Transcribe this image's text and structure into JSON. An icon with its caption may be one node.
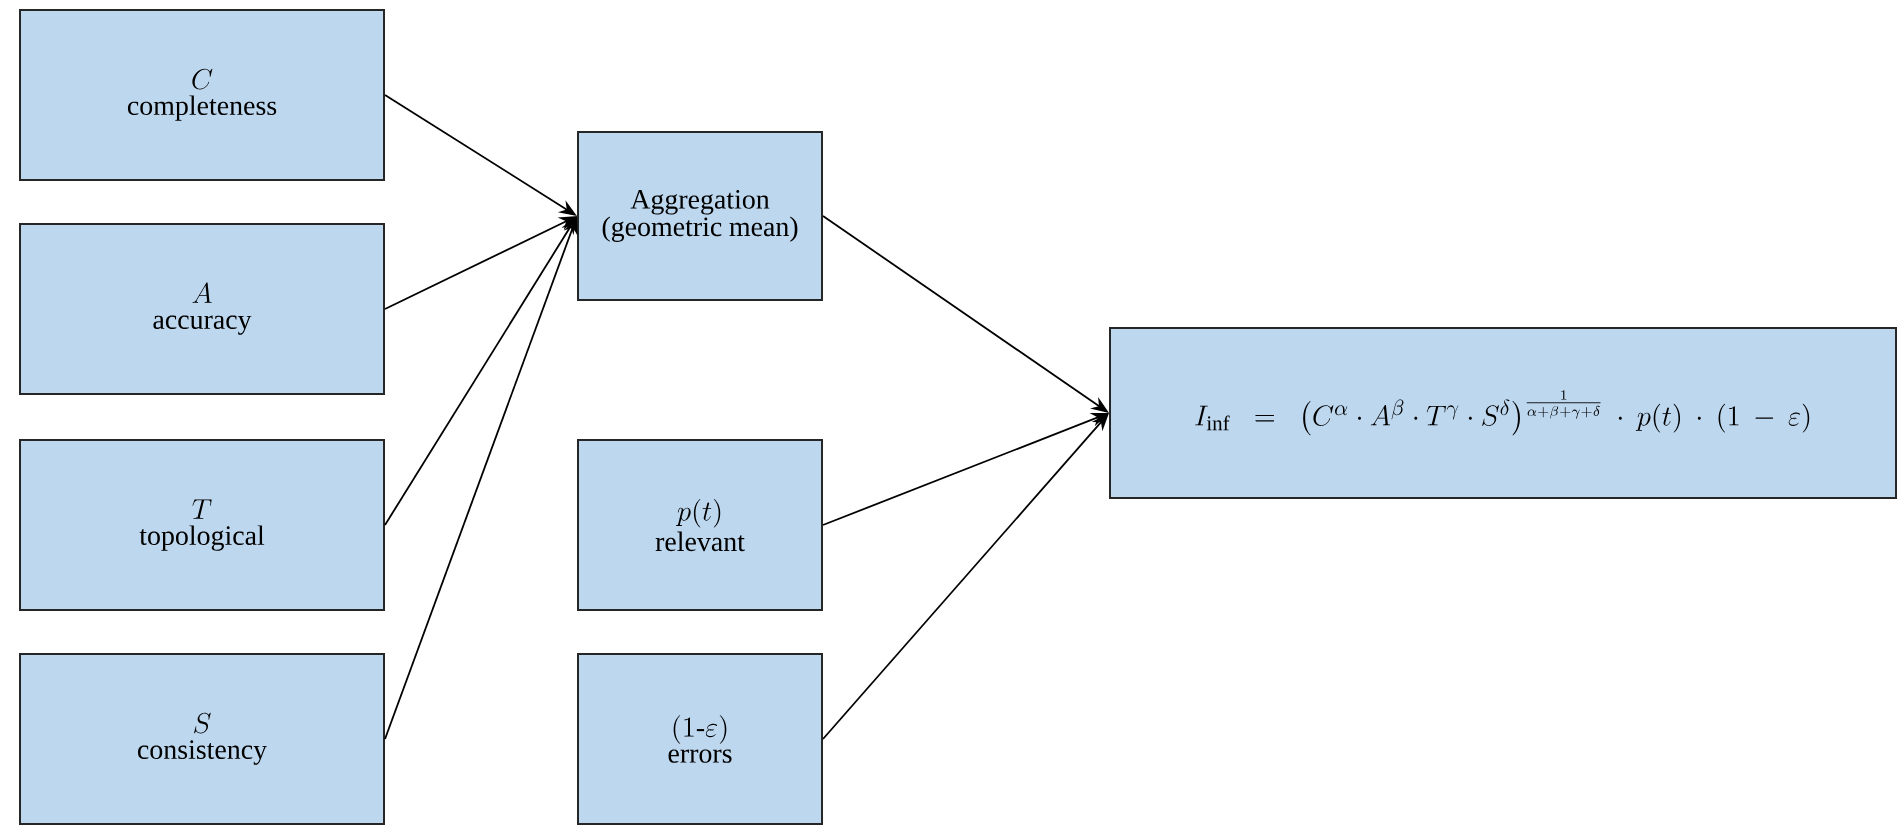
{
  "diagram": {
    "nodes": [
      {
        "text": [
          "C",
          "completeness"
        ]
      },
      {
        "text": [
          "A",
          "accuracy"
        ]
      },
      {
        "text": [
          "T",
          "topological"
        ]
      },
      {
        "text": [
          "S",
          "consistency"
        ]
      },
      {
        "text": [
          "Aggregation (geometric mean)"
        ]
      },
      {
        "text": [
          "p(t)",
          "relevant"
        ]
      },
      {
        "text": [
          "(1\\text{-}\\varepsilon)",
          "errors"
        ]
      },
      {
        "text": [
          "I_{\\mathrm{inf}} = \\left(C^{\\alpha}\\cdot A^{\\beta}\\cdot T^{\\gamma}\\cdot S^{\\delta}\\right)^{\\frac{1}{\\alpha+\\beta+\\gamma+\\delta}}\\cdot p(t)\\cdot(1-\\varepsilon)"
        ]
      }
    ],
    "edges": [
      {
        "from": 0,
        "to": 4,
        "arrow": "to"
      },
      {
        "from": 1,
        "to": 4,
        "arrow": "to"
      },
      {
        "from": 2,
        "to": 4,
        "arrow": "to"
      },
      {
        "from": 3,
        "to": 4,
        "arrow": "to"
      },
      {
        "from": 4,
        "to": 7,
        "arrow": "to"
      },
      {
        "from": 5,
        "to": 7,
        "arrow": "to"
      },
      {
        "from": 6,
        "to": 7,
        "arrow": "to"
      }
    ]
  }
}
